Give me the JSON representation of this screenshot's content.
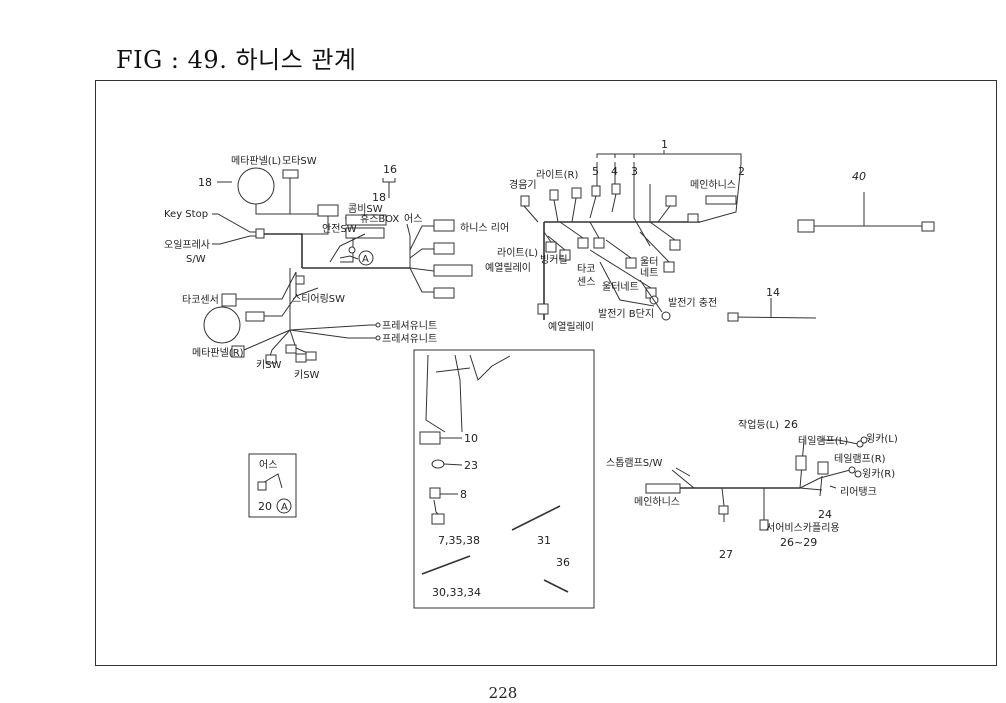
{
  "title": "FIG : 49. 하니스 관계",
  "page_number": "228",
  "labels": {
    "meter_panel_l": "메타판넬(L)",
    "motor_sw": "모타SW",
    "n18a": "18",
    "key_stop": "Key Stop",
    "oil_press_1": "오일프레사",
    "oil_press_2": "S/W",
    "safety_sw": "안전SW",
    "n16": "16",
    "n18b": "18",
    "combine_sw": "콤비SW",
    "fuse_box": "휴즈BOX",
    "earth1": "어스",
    "harness_rear": "하니스 리어",
    "circle_a1": "A",
    "tacho_sensor": "타코센서",
    "steering_sw": "스티어링SW",
    "pressure_unit1": "프레셔유니트",
    "pressure_unit2": "프레셔유니트",
    "meter_panel_r": "메타판넬(R)",
    "key_sw1": "키SW",
    "key_sw2": "키SW",
    "n1": "1",
    "n2": "2",
    "n3": "3",
    "n4": "4",
    "n5": "5",
    "lite_r": "라이트(R)",
    "warning": "경음기",
    "main_harness": "메인하니스",
    "lite_l": "라이트(L)",
    "blinker": "빙커릴",
    "heat_relay1": "예열릴레이",
    "tacho_1": "타코",
    "tacho_2": "센스",
    "fuel_meter_1": "울터",
    "fuel_meter_2": "네트",
    "fuel_net": "울터네트",
    "alt_b": "발전기 B단지",
    "alt_charge": "발전기 충전",
    "heat_relay2": "예열릴레이",
    "n14": "14",
    "n40": "40",
    "earth2": "어스",
    "n20": "20",
    "circle_a2": "A",
    "n10": "10",
    "n23": "23",
    "n8": "8",
    "n7": "7,35,38",
    "n31": "31",
    "n36": "36",
    "n30": "30,33,34",
    "work_lamp": "작업등(L)",
    "n26a": "26",
    "tail_lamp_l": "테일램프(L)",
    "winker_l": "윙카(L)",
    "stop_lamp_sw": "스톱램프S/W",
    "tail_lamp_r": "테일램프(R)",
    "winker_r": "윙카(R)",
    "main_harness2": "메인하니스",
    "rear_tank": "리어탱크",
    "n24": "24",
    "service_coupler": "서어비스카플리용",
    "n26_29": "26~29",
    "n27": "27"
  }
}
